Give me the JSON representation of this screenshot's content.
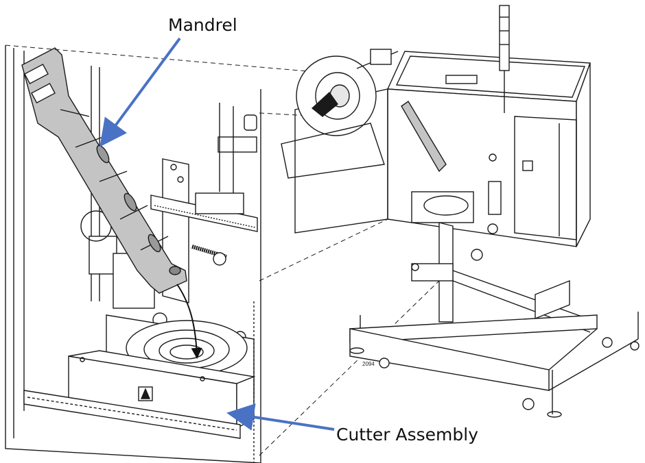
{
  "labels": {
    "mandrel": "Mandrel",
    "cutter_assembly": "Cutter Assembly",
    "figure_number": "2094"
  },
  "colors": {
    "callout_arrow": "#4a72c4",
    "line": "#1a1a1a",
    "mandrel_fill": "#bdbdbd",
    "background": "#ffffff"
  }
}
